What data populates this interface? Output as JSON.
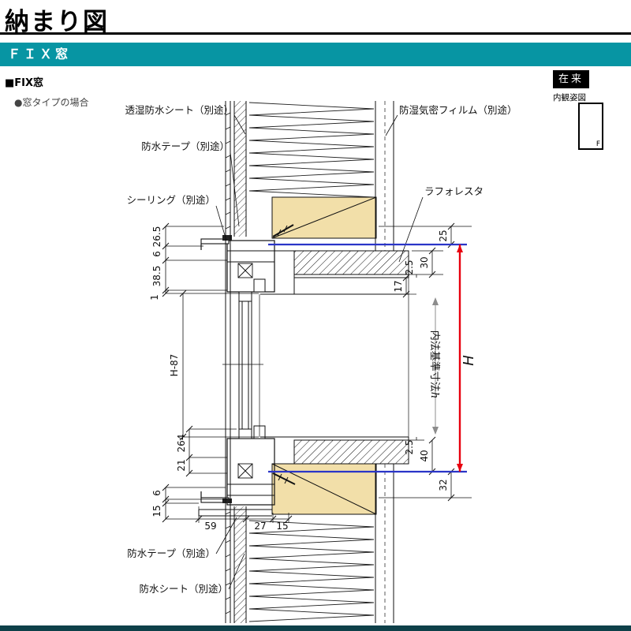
{
  "page": {
    "title": "納まり図",
    "banner_title": "ＦＩＸ窓",
    "section_label": "■FIX窓",
    "case_label": "●窓タイプの場合",
    "construction_method": "在来",
    "view_label": "内観姿図",
    "window_mark": "F"
  },
  "callouts": {
    "sheet_top": "透湿防水シート（別途）",
    "tape_top": "防水テープ（別途）",
    "sealing": "シーリング（別途）",
    "film": "防湿気密フィルム（別途）",
    "product": "ラフォレスタ",
    "tape_bottom": "防水テープ（別途）",
    "sheet_bottom": "防水シート（別途）"
  },
  "dims": {
    "left_26_5": "26.5",
    "left_6_top": "6",
    "left_38_5": "38.5",
    "left_1": "1",
    "left_h87": "H-87",
    "left_264": "264",
    "left_21": "21",
    "left_6_bottom": "6",
    "left_15": "15",
    "bottom_59": "59",
    "bottom_27": "27",
    "bottom_15": "15",
    "right_25": "25",
    "right_2_5_top": "2.5",
    "right_30": "30",
    "right_17": "17",
    "right_2_5_bottom": "2.5",
    "right_40": "40",
    "right_32": "32",
    "inner_height_label": "内法基準寸法",
    "inner_height_symbol": "h",
    "overall_height": "H"
  },
  "colors": {
    "banner_teal": "#0795A3",
    "wood_fill": "#F2DFA9",
    "datum_blue": "#2A35C8",
    "dimension_red": "#E8000E",
    "line_black": "#111111",
    "arrow_gray": "#8C8C8C"
  }
}
